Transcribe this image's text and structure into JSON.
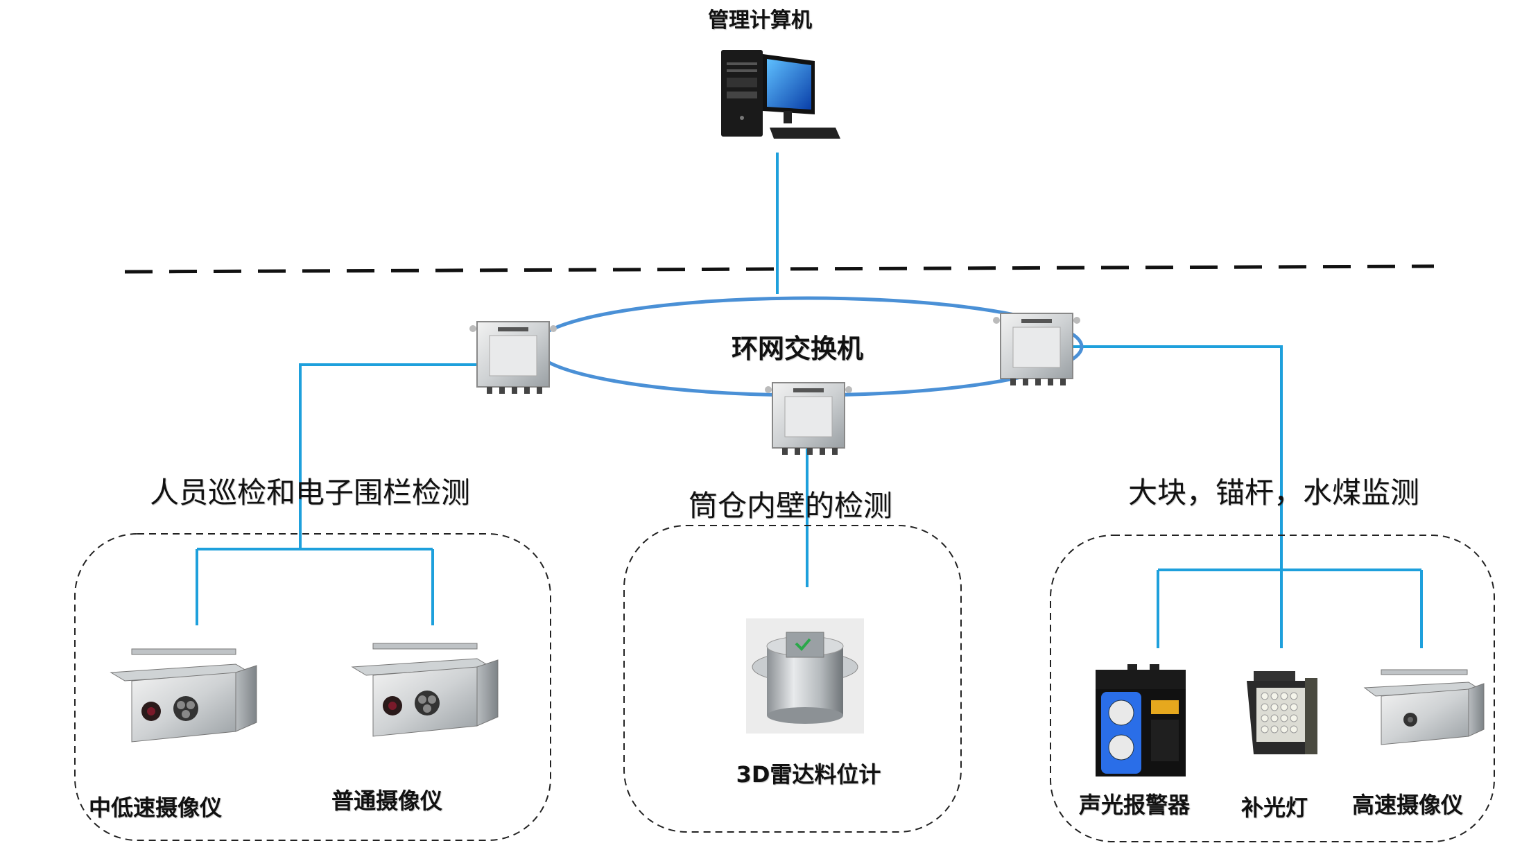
{
  "colors": {
    "link": "#1ea0dc",
    "ring": "#4a90d6",
    "dash": "#111111",
    "group_border": "#222222"
  },
  "icons": {
    "computer": "desktop-computer-icon",
    "switch": "ring-switch-box-icon",
    "camera": "explosion-proof-camera-icon",
    "radar": "radar-level-meter-icon",
    "alarm": "audio-visual-alarm-icon",
    "lamp": "fill-light-icon"
  },
  "top_node": {
    "label": "管理计算机"
  },
  "ring": {
    "label": "环网交换机"
  },
  "sections": {
    "left": {
      "title": "人员巡检和电子围栏检测"
    },
    "middle": {
      "title": "筒仓内壁的检测"
    },
    "right": {
      "title": "大块，锚杆，水煤监测"
    }
  },
  "devices": {
    "left_a": "中低速摄像仪",
    "left_b": "普通摄像仪",
    "middle_a": "3D雷达料位计",
    "right_a": "声光报警器",
    "right_b": "补光灯",
    "right_c": "高速摄像仪"
  }
}
